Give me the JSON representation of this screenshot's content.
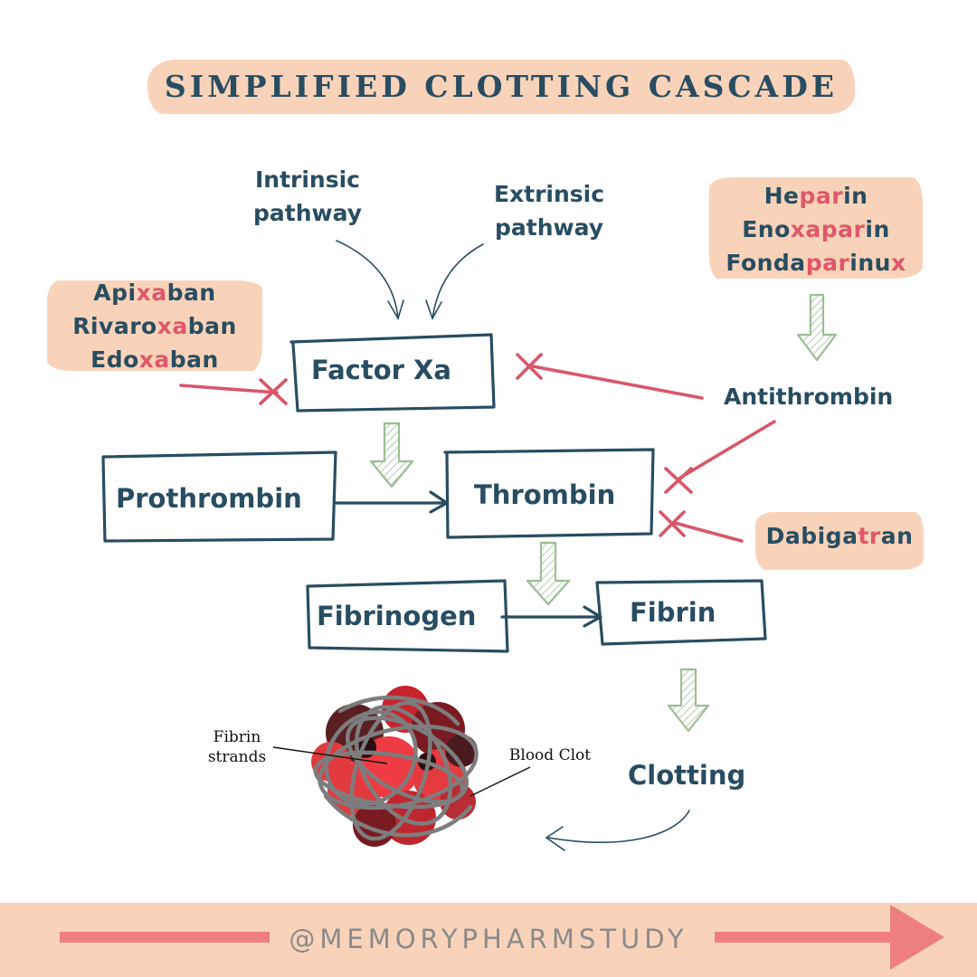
{
  "title": "SIMPLIFIED CLOTTING CASCADE",
  "pathways": {
    "intrinsic": [
      "Intrinsic",
      "pathway"
    ],
    "extrinsic": [
      "Extrinsic",
      "pathway"
    ]
  },
  "nodes": {
    "factor_xa": "Factor Xa",
    "prothrombin": "Prothrombin",
    "thrombin": "Thrombin",
    "fibrinogen": "Fibrinogen",
    "fibrin": "Fibrin",
    "antithrombin": "Antithrombin",
    "clotting": "Clotting"
  },
  "drug_groups": {
    "xa_inhibitors": [
      [
        {
          "t": "Api"
        },
        {
          "t": "xa",
          "hl": true
        },
        {
          "t": "ban"
        }
      ],
      [
        {
          "t": "Rivaro"
        },
        {
          "t": "xa",
          "hl": true
        },
        {
          "t": "ban"
        }
      ],
      [
        {
          "t": "Edo"
        },
        {
          "t": "xa",
          "hl": true
        },
        {
          "t": "ban"
        }
      ]
    ],
    "heparins": [
      [
        {
          "t": "He"
        },
        {
          "t": "par",
          "hl": true
        },
        {
          "t": "in"
        }
      ],
      [
        {
          "t": "Eno"
        },
        {
          "t": "xa",
          "hl": true
        },
        {
          "t": "par",
          "hl": true
        },
        {
          "t": "in"
        }
      ],
      [
        {
          "t": "Fonda"
        },
        {
          "t": "par",
          "hl": true
        },
        {
          "t": "inu"
        },
        {
          "t": "x",
          "hl": true
        }
      ]
    ],
    "dabigatran": [
      [
        {
          "t": "Dabiga"
        },
        {
          "t": "tr",
          "hl": true
        },
        {
          "t": "an"
        }
      ]
    ]
  },
  "clot_labels": {
    "strands": [
      "Fibrin",
      "strands"
    ],
    "blood_clot": "Blood Clot"
  },
  "footer": {
    "handle": "@MEMORYPHARMSTUDY"
  },
  "colors": {
    "navy": "#284d62",
    "inhibit_red": "#d9566a",
    "highlight": "#e0576a",
    "peach": "#f9d3b9",
    "green_arrow": "#9dbd95",
    "footer_arrow": "#ef7f7f"
  }
}
